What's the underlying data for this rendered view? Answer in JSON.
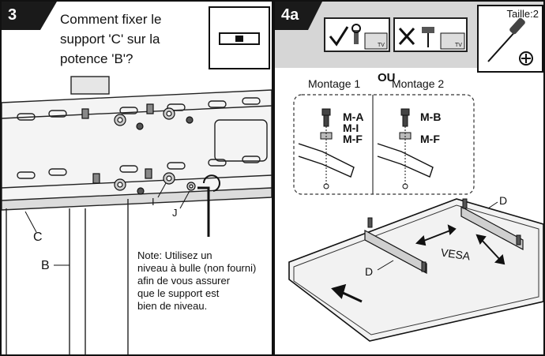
{
  "left_panel": {
    "step_number": "3",
    "question_lines": [
      "Comment fixer le",
      "support 'C' sur la",
      "potence 'B'?"
    ],
    "labels": {
      "C": "C",
      "B": "B",
      "I": "I",
      "J": "J"
    },
    "note_lines": [
      "Note: Utilisez un",
      "niveau à bulle (non fourni)",
      "afin de vous assurer",
      "que le support est",
      "bien de niveau."
    ]
  },
  "right_panel": {
    "step_number": "4a",
    "tool_size": "Taille:2",
    "tv_tag": "TV",
    "option_1": "Montage 1",
    "or_text": "OU",
    "option_2": "Montage 2",
    "mount1_parts": [
      "M-A",
      "M-I",
      "M-F"
    ],
    "mount2_parts": [
      "M-B",
      "M-F"
    ],
    "label_d_top": "D",
    "label_d_bottom": "D",
    "vesa": "VESA"
  }
}
